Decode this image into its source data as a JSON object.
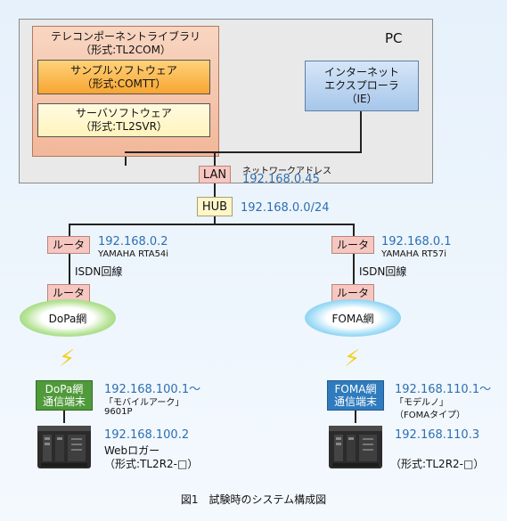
{
  "pc": {
    "label": "PC"
  },
  "library": {
    "line1": "テレコンポーネントライブラリ",
    "line2": "（形式:TL2COM）"
  },
  "software1": {
    "line1": "サンプルソフトウェア",
    "line2": "（形式:COMTT）"
  },
  "software2": {
    "line1": "サーバソフトウェア",
    "line2": "（形式:TL2SVR）"
  },
  "ie": {
    "line1": "インターネット",
    "line2": "エクスプローラ",
    "line3": "（IE）"
  },
  "lan": {
    "label": "LAN",
    "caption": "ネットワークアドレス",
    "address": "192.168.0.45"
  },
  "hub": {
    "label": "HUB",
    "address": "192.168.0.0/24"
  },
  "left": {
    "router_top": "ルータ",
    "router_ip": "192.168.0.2",
    "router_model": "YAMAHA RTA54i",
    "isdn": "ISDN回線",
    "router_bottom": "ルータ",
    "network": "DoPa網",
    "terminal_line1": "DoPa網",
    "terminal_line2": "通信端末",
    "terminal_ip": "192.168.100.1～",
    "terminal_name": "「モバイルアーク」",
    "terminal_model": "9601P",
    "logger_ip": "192.168.100.2",
    "logger_name": "Webロガー",
    "logger_model": "（形式:TL2R2-□）"
  },
  "right": {
    "router_top": "ルータ",
    "router_ip": "192.168.0.1",
    "router_model": "YAMAHA RT57i",
    "isdn": "ISDN回線",
    "router_bottom": "ルータ",
    "network": "FOMA網",
    "terminal_line1": "FOMA網",
    "terminal_line2": "通信端末",
    "terminal_ip": "192.168.110.1～",
    "terminal_name": "「モデルノ」",
    "terminal_model": "（FOMAタイプ）",
    "logger_ip": "192.168.110.3",
    "logger_model": "（形式:TL2R2-□）"
  },
  "caption": "図1　試験時のシステム構成図",
  "colors": {
    "accent_blue": "#2d6fb3",
    "dopa_green": "#4f9a3a",
    "foma_blue": "#2f7bbd",
    "bolt": "#f2cf1a"
  }
}
